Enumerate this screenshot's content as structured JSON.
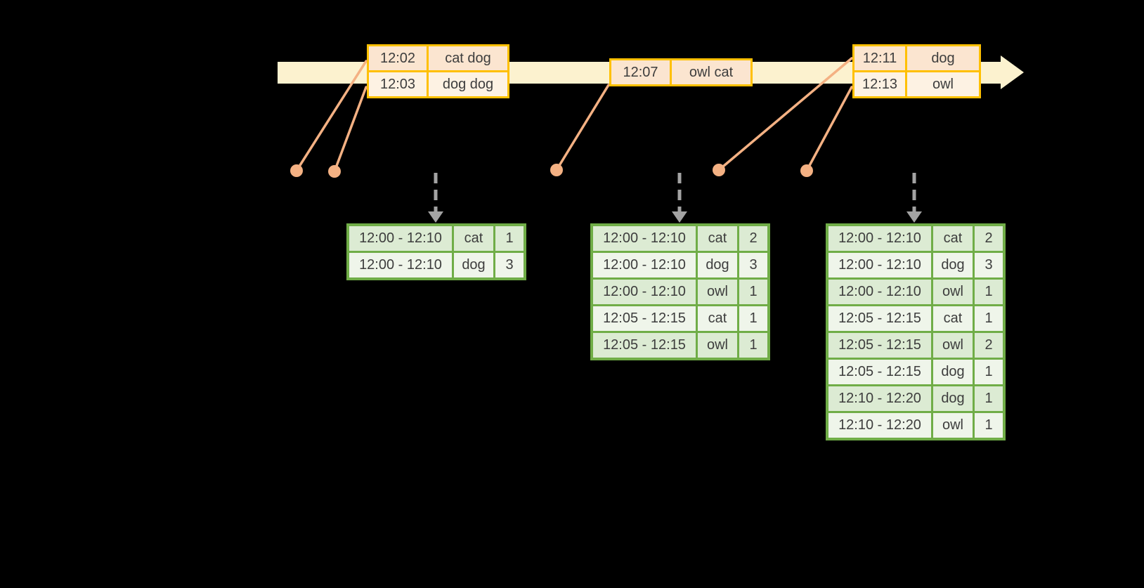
{
  "colors": {
    "background": "#000000",
    "timeline_fill": "#fcf2cf",
    "event_table_border": "#ffc000",
    "event_row_dark": "#fbe5d0",
    "event_row_light": "#fdf2e3",
    "event_marker": "#f4b183",
    "result_table_border": "#70ad47",
    "result_row_dark": "#dcebd3",
    "result_row_light": "#eff5ea",
    "trigger_arrow": "#a3a3a3",
    "text": "#3d3d3d"
  },
  "event_tables": [
    {
      "rows": [
        {
          "time": "12:02",
          "words": "cat dog"
        },
        {
          "time": "12:03",
          "words": "dog dog"
        }
      ]
    },
    {
      "rows": [
        {
          "time": "12:07",
          "words": "owl cat"
        }
      ]
    },
    {
      "rows": [
        {
          "time": "12:11",
          "words": "dog"
        },
        {
          "time": "12:13",
          "words": "owl"
        }
      ]
    }
  ],
  "result_tables": [
    {
      "rows": [
        {
          "window": "12:00 - 12:10",
          "word": "cat",
          "count": "1"
        },
        {
          "window": "12:00 - 12:10",
          "word": "dog",
          "count": "3"
        }
      ]
    },
    {
      "rows": [
        {
          "window": "12:00 - 12:10",
          "word": "cat",
          "count": "2"
        },
        {
          "window": "12:00 - 12:10",
          "word": "dog",
          "count": "3"
        },
        {
          "window": "12:00 - 12:10",
          "word": "owl",
          "count": "1"
        },
        {
          "window": "12:05 - 12:15",
          "word": "cat",
          "count": "1"
        },
        {
          "window": "12:05 - 12:15",
          "word": "owl",
          "count": "1"
        }
      ]
    },
    {
      "rows": [
        {
          "window": "12:00 - 12:10",
          "word": "cat",
          "count": "2"
        },
        {
          "window": "12:00 - 12:10",
          "word": "dog",
          "count": "3"
        },
        {
          "window": "12:00 - 12:10",
          "word": "owl",
          "count": "1"
        },
        {
          "window": "12:05 - 12:15",
          "word": "cat",
          "count": "1"
        },
        {
          "window": "12:05 - 12:15",
          "word": "owl",
          "count": "2"
        },
        {
          "window": "12:05 - 12:15",
          "word": "dog",
          "count": "1"
        },
        {
          "window": "12:10 - 12:20",
          "word": "dog",
          "count": "1"
        },
        {
          "window": "12:10 - 12:20",
          "word": "owl",
          "count": "1"
        }
      ]
    }
  ]
}
